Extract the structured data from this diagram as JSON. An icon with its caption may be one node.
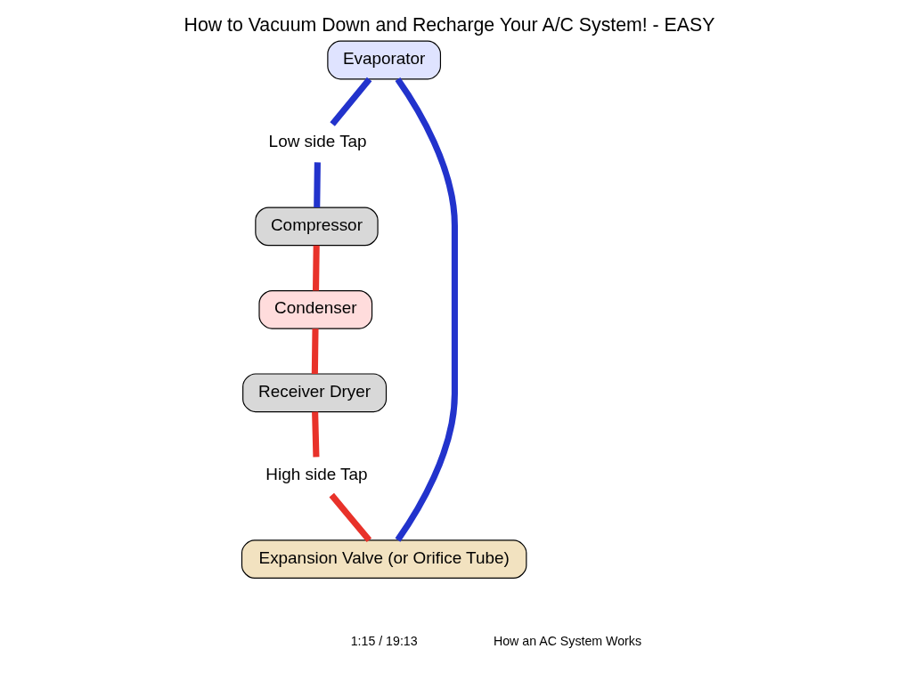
{
  "diagram": {
    "title": "How to Vacuum Down and Recharge Your A/C System! - EASY",
    "nodes": [
      {
        "text": [
          "Evaporator"
        ]
      },
      {
        "text": [
          "Low side Tap"
        ]
      },
      {
        "text": [
          "Expansion Valve (or Orifice Tube)"
        ]
      },
      {
        "text": [
          "Compressor"
        ]
      },
      {
        "text": [
          "High side Tap"
        ]
      },
      {
        "text": [
          "Condenser"
        ]
      },
      {
        "text": [
          "Receiver Dryer"
        ]
      }
    ],
    "edges": [
      {
        "from": 0,
        "to": 1,
        "arrow": "none",
        "color": "#2233cc"
      },
      {
        "from": 1,
        "to": 3,
        "arrow": "none",
        "color": "#2233cc"
      },
      {
        "from": 3,
        "to": 5,
        "arrow": "none"
      },
      {
        "from": 5,
        "to": 6,
        "arrow": "none"
      },
      {
        "from": 6,
        "to": 4,
        "arrow": "none"
      },
      {
        "from": 4,
        "to": 2,
        "arrow": "none"
      },
      {
        "from": 2,
        "to": 0,
        "arrow": "none",
        "color": "#2233cc"
      }
    ],
    "labels": [
      "1:15 / 19:13",
      "How an AC System Works"
    ]
  }
}
